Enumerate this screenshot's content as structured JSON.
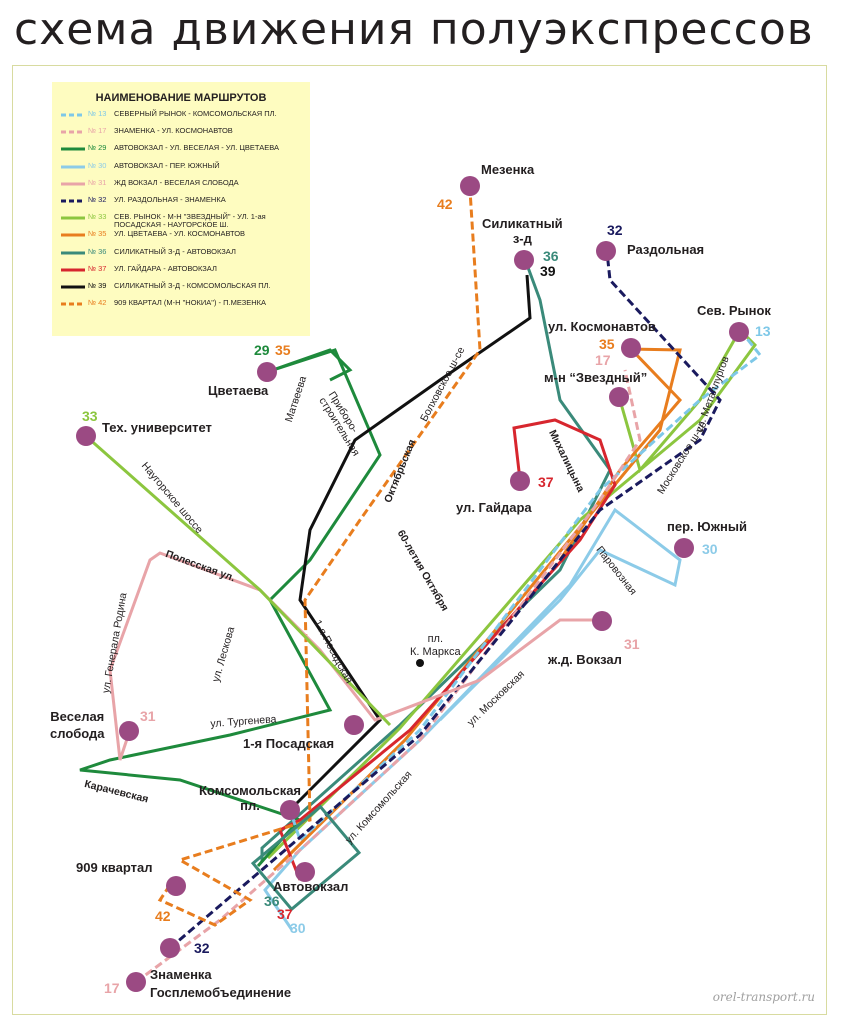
{
  "title": "схема движения полуэкспрессов",
  "legend": {
    "title": "НАИМЕНОВАНИЕ МАРШРУТОВ",
    "routes": [
      {
        "number": "№ 13",
        "name": "СЕВЕРНЫЙ РЫНОК - КОМСОМОЛЬСКАЯ ПЛ.",
        "color": "#7ec8e8",
        "style": "dashed"
      },
      {
        "number": "№ 17",
        "name": "ЗНАМЕНКА - УЛ. КОСМОНАВТОВ",
        "color": "#e8a4a8",
        "style": "dashed"
      },
      {
        "number": "№ 29",
        "name": "АВТОВОКЗАЛ - УЛ. ВЕСЕЛАЯ - УЛ. ЦВЕТАЕВА",
        "color": "#1e8a3c",
        "style": "solid"
      },
      {
        "number": "№ 30",
        "name": "АВТОВОКЗАЛ - ПЕР. ЮЖНЫЙ",
        "color": "#8ccbe8",
        "style": "solid"
      },
      {
        "number": "№ 31",
        "name": "ЖД ВОКЗАЛ - ВЕСЕЛАЯ СЛОБОДА",
        "color": "#e8a4a8",
        "style": "solid"
      },
      {
        "number": "№ 32",
        "name": "УЛ. РАЗДОЛЬНАЯ - ЗНАМЕНКА",
        "color": "#1a1a5e",
        "style": "dashed"
      },
      {
        "number": "№ 33",
        "name": "СЕВ. РЫНОК - М-Н \"ЗВЕЗДНЫЙ\" - УЛ. 1-ая ПОСАДСКАЯ - НАУГОРСКОЕ Ш.",
        "color": "#8cc63f",
        "style": "solid"
      },
      {
        "number": "№ 35",
        "name": "УЛ. ЦВЕТАЕВА - УЛ. КОСМОНАВТОВ",
        "color": "#e87d1e",
        "style": "solid"
      },
      {
        "number": "№ 36",
        "name": "СИЛИКАТНЫЙ З-Д - АВТОВОКЗАЛ",
        "color": "#3a8a7a",
        "style": "solid"
      },
      {
        "number": "№ 37",
        "name": "УЛ. ГАЙДАРА - АВТОВОКЗАЛ",
        "color": "#d7262e",
        "style": "solid"
      },
      {
        "number": "№ 39",
        "name": "СИЛИКАТНЫЙ З-Д - КОМСОМОЛЬСКАЯ ПЛ.",
        "color": "#111111",
        "style": "solid"
      },
      {
        "number": "№ 42",
        "name": "909 КВАРТАЛ (М-Н \"НОКИА\") - П.МЕЗЕНКА",
        "color": "#e87d1e",
        "style": "dashed"
      }
    ]
  },
  "stops": {
    "mezenka": "Мезенка",
    "silikatny": "Силикатный\nз-д",
    "razdolnaya": "Раздольная",
    "sev_rynok": "Сев. Рынок",
    "kosmonavtov": "ул. Космонавтов",
    "zvezdny": "м-н “Звездный”",
    "tsvetaeva": "Цветаева",
    "tekh_univ": "Тех. университет",
    "gaidara": "ул. Гайдара",
    "yuzhny": "пер. Южный",
    "pl_marksa": "пл.\nК. Маркса",
    "zhd_vokzal": "ж.д. Вокзал",
    "veselaya": "Веселая\nслобода",
    "posadskaya": "1-я Посадская",
    "komsomolskaya": "Комсомольская\nпл.",
    "kvartal909": "909 квартал",
    "avtovokzal": "Автовокзал",
    "znamenka": "Знаменка\nГосплемобъединение"
  },
  "route_numbers": {
    "mezenka_42": "42",
    "silikatny_36": "36",
    "silikatny_39": "39",
    "razdolnaya_32": "32",
    "sev_rynok_13": "13",
    "kosmonavtov_35": "35",
    "kosmonavtov_17": "17",
    "tsvetaeva_29": "29",
    "tsvetaeva_35": "35",
    "tekh_33": "33",
    "gaidara_37": "37",
    "yuzhny_30": "30",
    "zhd_31": "31",
    "veselaya_31": "31",
    "kvartal_42": "42",
    "avto_36": "36",
    "avto_37": "37",
    "avto_30": "30",
    "znamenka_32": "32",
    "znamenka_17": "17"
  },
  "streets": {
    "bolkhovskoe": "Болховское ш-се",
    "oktyabrskaya": "Октябрьская",
    "matveeva": "Матвеева",
    "priboro": "Приборо-\nстроительная",
    "naugorskoe": "Наугорское шоссе",
    "polesskaya": "Полесская ул.",
    "generala_rodina": "ул. Генерала Родина",
    "leskova": "ул. Лескова",
    "turgeneva": "ул. Тургенева",
    "karachevskaya": "Карачевская",
    "posadskaya1": "1-я Посадская",
    "let60": "60-летия Октября",
    "mikhalitsyna": "Михалицына",
    "moskovskoe": "Московское ш-се",
    "metallurgov": "ул. Металлургов",
    "parovoznaya": "Паровозная",
    "moskovskaya": "ул. Московская",
    "komsomolskaya": "ул. Комсомольская"
  },
  "footer": "orel-transport.ru",
  "colors": {
    "stop": "#9b4a83",
    "legend_bg": "#fefcc0",
    "frame": "#d8dba0"
  }
}
